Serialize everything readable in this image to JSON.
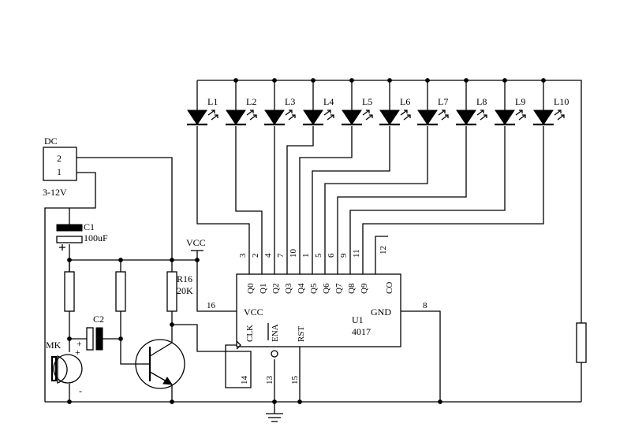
{
  "colors": {
    "line": "#000000",
    "background": "#ffffff"
  },
  "dc": {
    "title": "DC",
    "pin_top": "2",
    "pin_bottom": "1",
    "voltage": "3-12V"
  },
  "c1": {
    "name": "C1",
    "value": "100uF"
  },
  "c2": {
    "name": "C2",
    "plus": "+"
  },
  "r16": {
    "name": "R16",
    "value": "20K"
  },
  "mic": {
    "name": "MK",
    "plus": "+",
    "minus": "-"
  },
  "vcc_label": "VCC",
  "leds": [
    "L1",
    "L2",
    "L3",
    "L4",
    "L5",
    "L6",
    "L7",
    "L8",
    "L9",
    "L10"
  ],
  "ic": {
    "name": "U1",
    "part": "4017",
    "vcc": "VCC",
    "gnd": "GND",
    "clk": "CLK",
    "ena": "ENA",
    "rst": "RST",
    "outputs": [
      "Q0",
      "Q1",
      "Q2",
      "Q3",
      "Q4",
      "Q5",
      "Q6",
      "Q7",
      "Q8",
      "Q9",
      "CO"
    ],
    "output_pins": [
      "3",
      "2",
      "4",
      "7",
      "10",
      "1",
      "5",
      "6",
      "9",
      "11",
      "12"
    ],
    "pin_vcc": "16",
    "pin_gnd": "8",
    "pin_clk": "14",
    "pin_ena": "13",
    "pin_rst": "15"
  }
}
